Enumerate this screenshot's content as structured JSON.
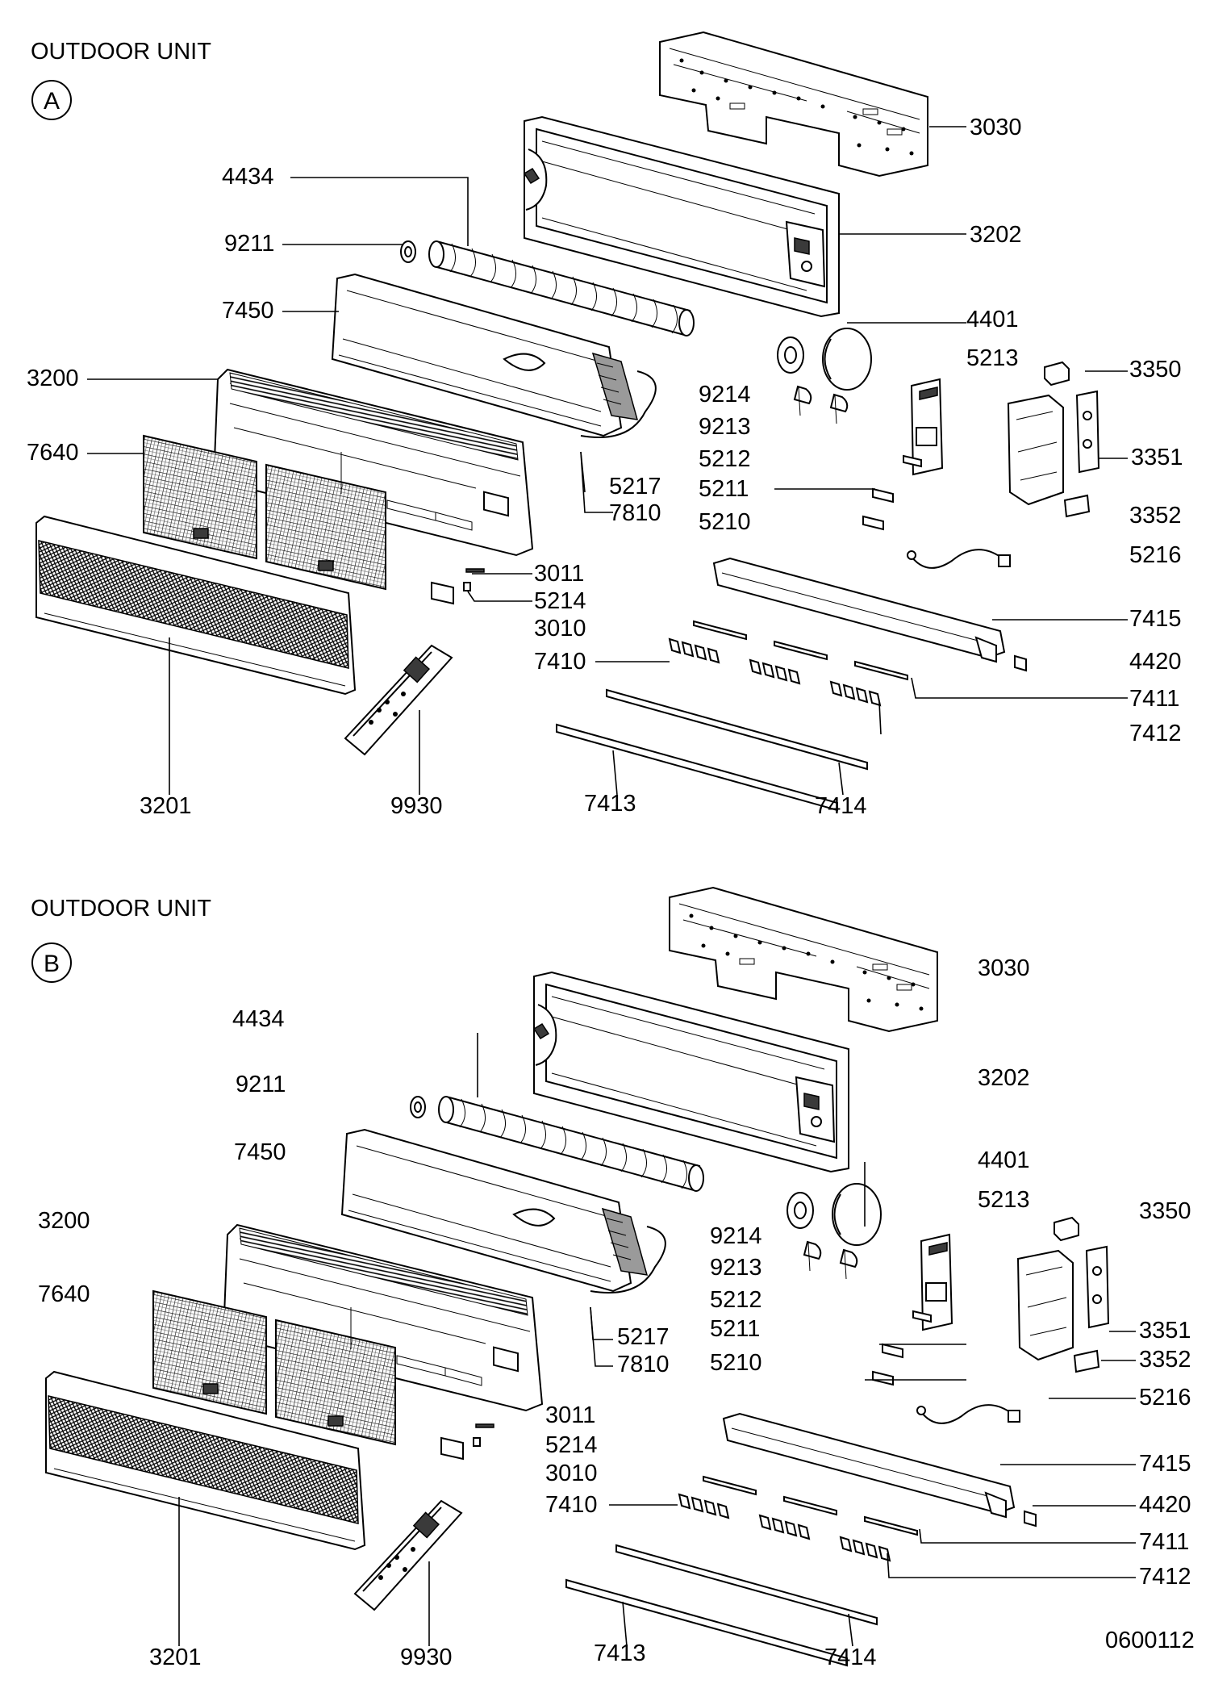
{
  "sections": [
    {
      "title": "OUTDOOR UNIT",
      "badge": "A",
      "labels": [
        "3030",
        "4434",
        "3202",
        "9211",
        "7450",
        "4401",
        "5213",
        "3200",
        "3350",
        "9214",
        "9213",
        "7640",
        "5212",
        "3351",
        "5217",
        "5211",
        "7810",
        "3352",
        "5210",
        "5216",
        "3011",
        "5214",
        "7415",
        "3010",
        "7410",
        "4420",
        "7411",
        "7412",
        "3201",
        "9930",
        "7413",
        "7414"
      ]
    },
    {
      "title": "OUTDOOR UNIT",
      "badge": "B",
      "labels": [
        "3030",
        "4434",
        "3202",
        "9211",
        "7450",
        "4401",
        "5213",
        "3200",
        "3350",
        "9214",
        "9213",
        "7640",
        "5212",
        "3351",
        "5217",
        "5211",
        "7810",
        "3352",
        "5210",
        "5216",
        "3011",
        "5214",
        "7415",
        "3010",
        "7410",
        "4420",
        "7411",
        "7412",
        "3201",
        "9930",
        "7413",
        "7414"
      ]
    }
  ],
  "drawing_code": "0600112"
}
